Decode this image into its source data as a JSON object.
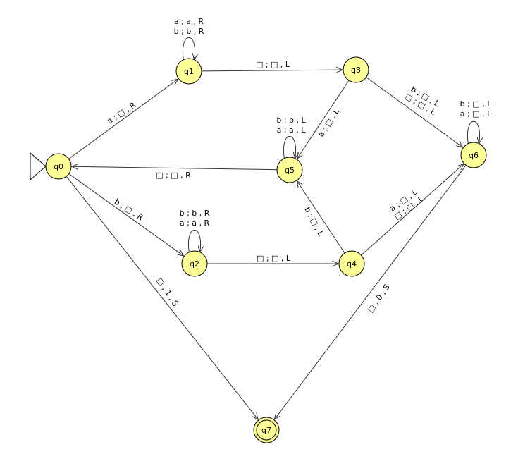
{
  "states": [
    {
      "id": "q0",
      "label": "q0",
      "initial": true,
      "final": false
    },
    {
      "id": "q1",
      "label": "q1",
      "initial": false,
      "final": false
    },
    {
      "id": "q2",
      "label": "q2",
      "initial": false,
      "final": false
    },
    {
      "id": "q3",
      "label": "q3",
      "initial": false,
      "final": false
    },
    {
      "id": "q4",
      "label": "q4",
      "initial": false,
      "final": false
    },
    {
      "id": "q5",
      "label": "q5",
      "initial": false,
      "final": false
    },
    {
      "id": "q6",
      "label": "q6",
      "initial": false,
      "final": false
    },
    {
      "id": "q7",
      "label": "q7",
      "initial": false,
      "final": true
    }
  ],
  "transitions": [
    {
      "from": "q1",
      "to": "q1",
      "labels": [
        "a ; a , R",
        "b ; b , R"
      ]
    },
    {
      "from": "q0",
      "to": "q1",
      "labels": [
        "a ; □ , R"
      ]
    },
    {
      "from": "q1",
      "to": "q3",
      "labels": [
        "□ ; □ , L"
      ]
    },
    {
      "from": "q3",
      "to": "q5",
      "labels": [
        "a ; □ , L"
      ]
    },
    {
      "from": "q3",
      "to": "q6",
      "labels": [
        "b ; □ , L",
        "□ ; □ , L"
      ]
    },
    {
      "from": "q6",
      "to": "q6",
      "labels": [
        "b ; □ , L",
        "a ; □ , L"
      ]
    },
    {
      "from": "q5",
      "to": "q5",
      "labels": [
        "b ; b , L",
        "a ; a , L"
      ]
    },
    {
      "from": "q5",
      "to": "q0",
      "labels": [
        "□ ; □ , R"
      ]
    },
    {
      "from": "q0",
      "to": "q2",
      "labels": [
        "b ; □ , R"
      ]
    },
    {
      "from": "q2",
      "to": "q2",
      "labels": [
        "b ; b , R",
        "a ; a , R"
      ]
    },
    {
      "from": "q2",
      "to": "q4",
      "labels": [
        "□ ; □ , L"
      ]
    },
    {
      "from": "q4",
      "to": "q5",
      "labels": [
        "b ; □ , L"
      ]
    },
    {
      "from": "q4",
      "to": "q6",
      "labels": [
        "a ; □ , L",
        "□ ; □ , L"
      ]
    },
    {
      "from": "q0",
      "to": "q7",
      "labels": [
        "□ , 1 , S"
      ]
    },
    {
      "from": "q6",
      "to": "q7",
      "labels": [
        "□ , 0 , S"
      ]
    }
  ],
  "colors": {
    "state_fill": "#ffff99",
    "stroke": "#000000",
    "edge": "#333333"
  }
}
